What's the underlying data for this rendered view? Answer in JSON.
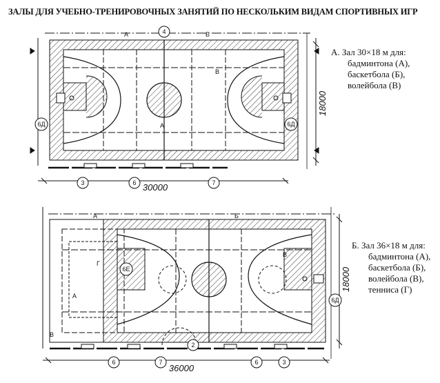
{
  "title": "ЗАЛЫ ДЛЯ УЧЕБНО-ТРЕНИРОВОЧНЫХ ЗАНЯТИЙ ПО НЕСКОЛЬКИМ ВИДАМ СПОРТИВНЫХ ИГР",
  "plan_a": {
    "heading": "А. Зал 30×18 м для:",
    "sports": [
      "бадминтона (А),",
      "баскетбола (Б),",
      "волейбола (В)"
    ],
    "length": "30000",
    "width": "18000",
    "court_labels": [
      "А",
      "Б",
      "В",
      "А"
    ],
    "callouts": [
      "4",
      "6Д",
      "6Д",
      "3",
      "6",
      "7"
    ]
  },
  "plan_b": {
    "heading": "Б. Зал 36×18 м для:",
    "sports": [
      "бадминтона (А),",
      "баскетбола (Б),",
      "волейбола (В),",
      "тенниса (Г)"
    ],
    "length": "36000",
    "width": "18000",
    "court_labels": [
      "А",
      "Б",
      "Г",
      "А",
      "В",
      "В"
    ],
    "callouts": [
      "6Е",
      "6Д",
      "2",
      "6",
      "7",
      "6",
      "3"
    ]
  }
}
